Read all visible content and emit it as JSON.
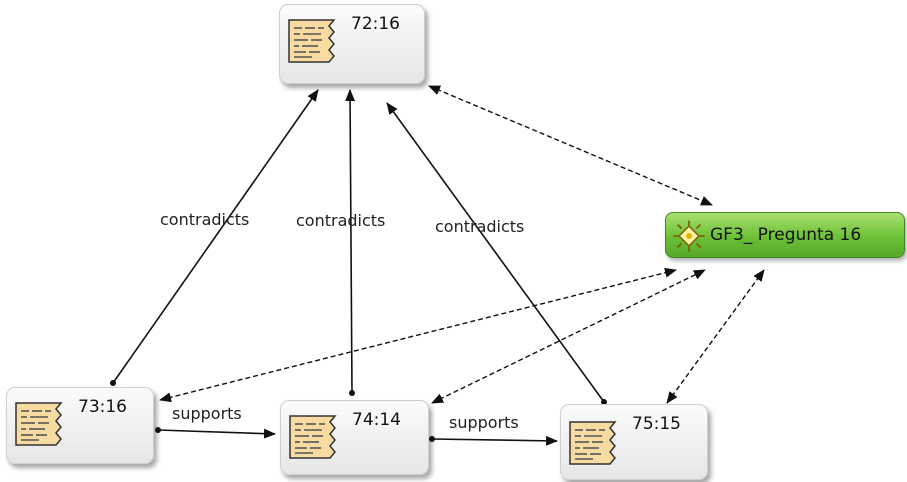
{
  "nodes": {
    "n7216": {
      "label": "72:16"
    },
    "n7316": {
      "label": "73:16"
    },
    "n7414": {
      "label": "74:14"
    },
    "n7515": {
      "label": "75:15"
    }
  },
  "group": {
    "label": "GF3_ Pregunta 16"
  },
  "edges": {
    "e1": {
      "label": "contradicts"
    },
    "e2": {
      "label": "contradicts"
    },
    "e3": {
      "label": "contradicts"
    },
    "e4": {
      "label": "supports"
    },
    "e5": {
      "label": "supports"
    }
  },
  "colors": {
    "group_fill": "#6cc035",
    "note_fill": "#f7dba0",
    "note_border": "#333333",
    "edge": "#111111"
  }
}
